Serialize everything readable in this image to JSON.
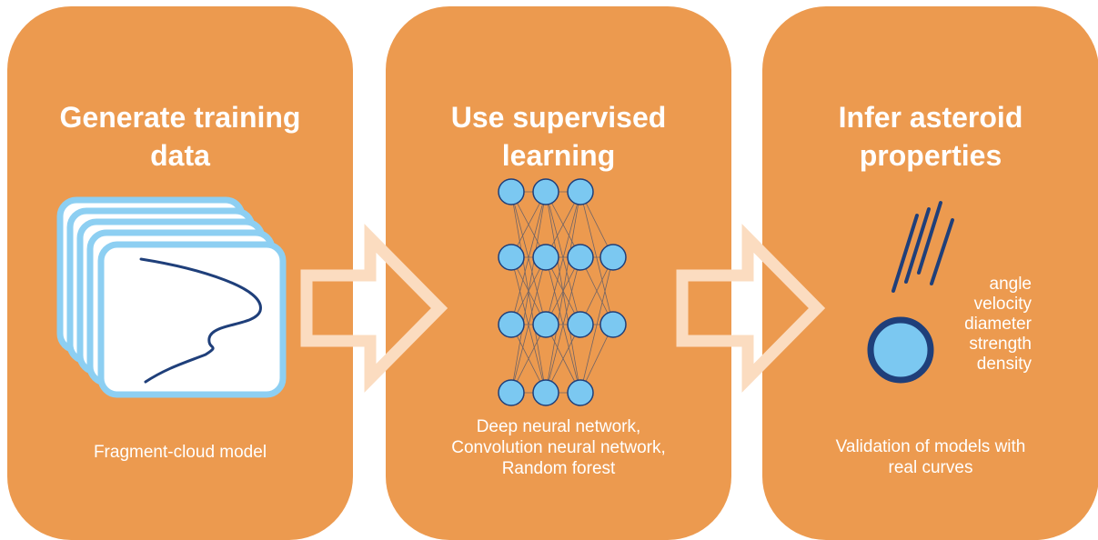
{
  "steps": [
    {
      "title_lines": [
        "Generate training",
        "data"
      ],
      "caption_lines": [
        "Fragment-cloud model"
      ],
      "icon": "stacked-light-curve-cards-icon"
    },
    {
      "title_lines": [
        "Use supervised",
        "learning"
      ],
      "caption_lines": [
        "Deep neural network,",
        "Convolution neural network,",
        "Random forest"
      ],
      "icon": "neural-network-icon"
    },
    {
      "title_lines": [
        "Infer asteroid",
        "properties"
      ],
      "caption_lines": [
        "Validation of models with",
        "real curves"
      ],
      "icon": "falling-asteroid-icon"
    }
  ],
  "asteroid_properties": [
    "angle",
    "velocity",
    "diameter",
    "strength",
    "density"
  ],
  "colors": {
    "panel": "#EC9A4F",
    "arrow": "#FBDCC0",
    "card_border": "#8DCFF2",
    "node_fill": "#7BC8F1",
    "dark_blue": "#1F3F7A",
    "text": "#FFFFFF"
  }
}
